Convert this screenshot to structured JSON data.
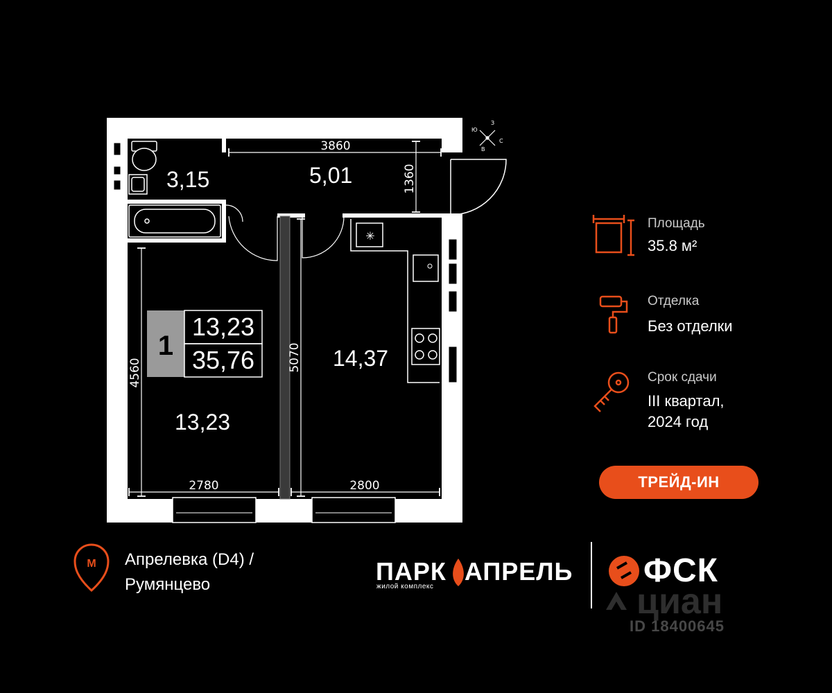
{
  "floorplan": {
    "rooms": {
      "bathroom_area": "3,15",
      "hall_area": "5,01",
      "bedroom_area": "13,23",
      "kitchen_area": "14,37"
    },
    "dimensions": {
      "top": "3860",
      "hall_height": "1360",
      "left_height": "4560",
      "middle_height": "5070",
      "bottom_left": "2780",
      "bottom_right": "2800"
    },
    "badge": {
      "rooms_count": "1",
      "living_area": "13,23",
      "total_area": "35,76"
    },
    "compass": {
      "n": "З",
      "w": "Ю",
      "e": "С",
      "s": "В"
    }
  },
  "info": {
    "area_label": "Площадь",
    "area_value": "35.8 м²",
    "finish_label": "Отделка",
    "finish_value": "Без отделки",
    "deadline_label": "Срок сдачи",
    "deadline_line1": "III квартал,",
    "deadline_line2": "2024 год"
  },
  "trade_in_button": "ТРЕЙД-ИН",
  "metro": {
    "line1": "Апрелевка (D4)  /",
    "line2": "Румянцево",
    "icon_letter": "М"
  },
  "brands": {
    "park_left": "ПАРК",
    "park_right": "АПРЕЛЬ",
    "park_sub": "жилой комплекс",
    "fsk": "ФСК"
  },
  "watermark": {
    "cian": "циан",
    "id": "ID 18400645"
  },
  "colors": {
    "accent": "#e84e1b",
    "background": "#000000",
    "wall": "#ffffff"
  }
}
